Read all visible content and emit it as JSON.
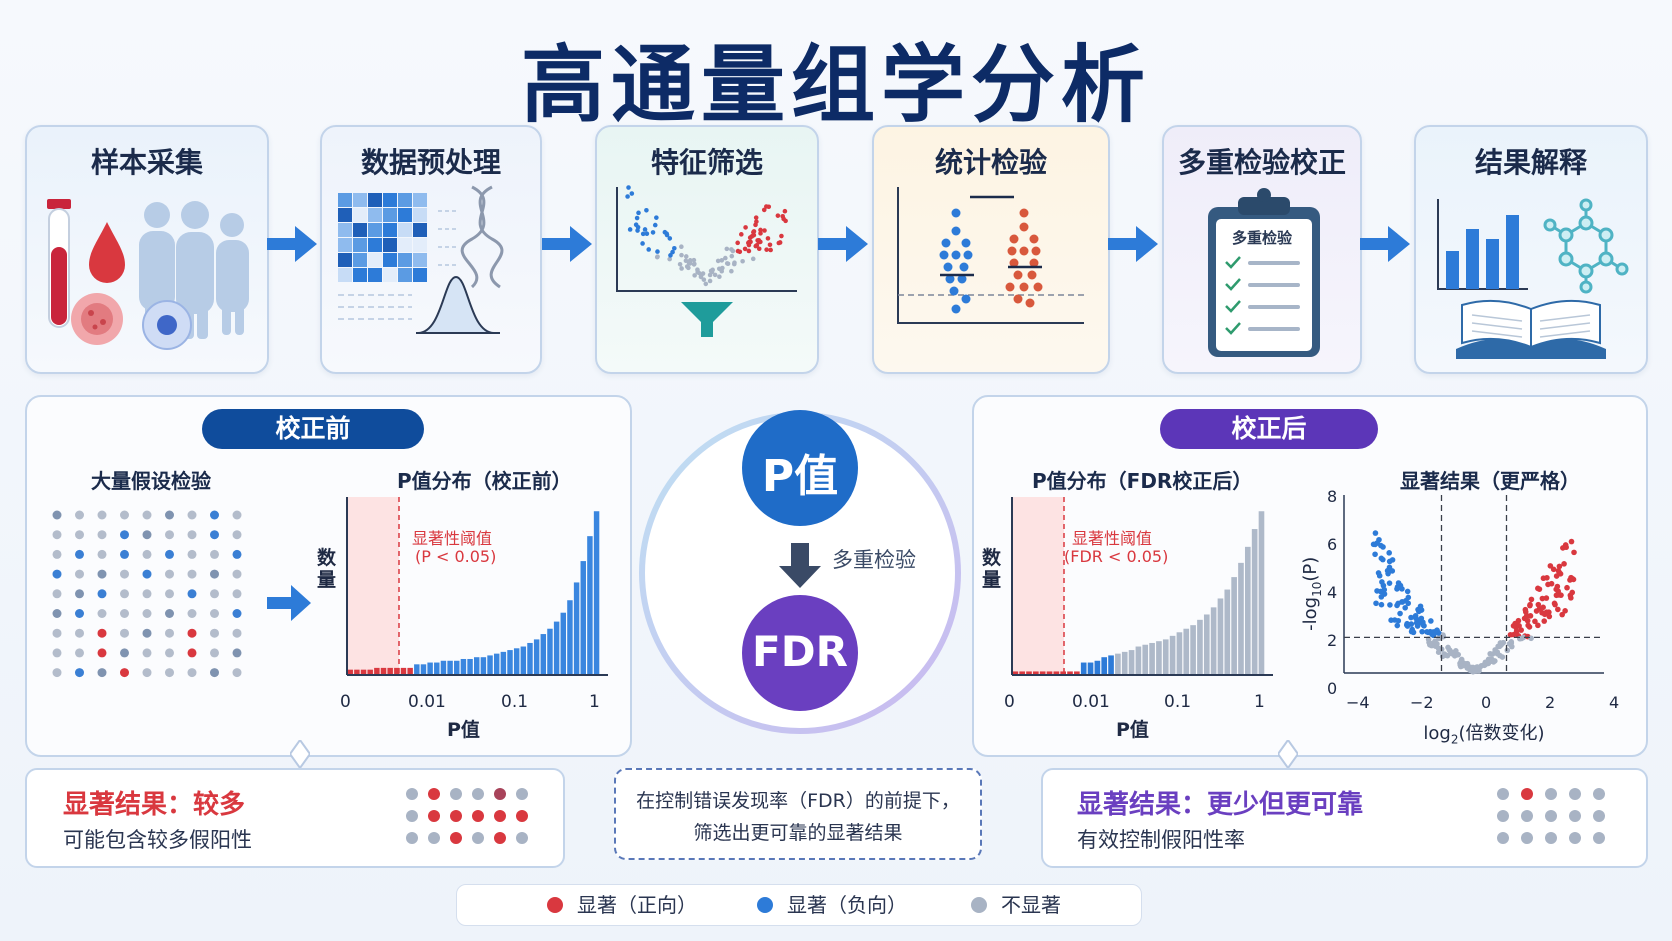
{
  "title": "高通量组学分析",
  "steps": [
    {
      "label": "样本采集"
    },
    {
      "label": "数据预处理"
    },
    {
      "label": "特征筛选"
    },
    {
      "label": "统计检验"
    },
    {
      "label": "多重检验校正",
      "clipboard_text": "多重检验"
    },
    {
      "label": "结果解释"
    }
  ],
  "left_panel": {
    "pill": "校正前",
    "grid_title": "大量假设检验",
    "hist_title": "P值分布（校正前）",
    "threshold_label": "显著性阈值",
    "threshold_value": "(P < 0.05)",
    "ylabel": "数量",
    "xlabel": "P值",
    "xticks": [
      "0",
      "0.01",
      "0.1",
      "1"
    ]
  },
  "center": {
    "p_label": "P值",
    "arrow_label": "多重检验",
    "fdr_label": "FDR"
  },
  "right_panel": {
    "pill": "校正后",
    "hist_title": "P值分布（FDR校正后）",
    "threshold_label": "显著性阈值",
    "threshold_value": "(FDR < 0.05)",
    "ylabel": "数量",
    "xlabel": "P值",
    "xticks": [
      "0",
      "0.01",
      "0.1",
      "1"
    ],
    "volcano_title": "显著结果（更严格）",
    "volcano_xlabel_main": "log",
    "volcano_xlabel_sub": "2",
    "volcano_xlabel_rest": "(倍数变化)",
    "volcano_ylabel_main": "-log",
    "volcano_ylabel_sub": "10",
    "volcano_ylabel_rest": "(P)",
    "volcano_xticks": [
      "−4",
      "−2",
      "0",
      "2",
      "4"
    ],
    "volcano_yticks": [
      "0",
      "2",
      "4",
      "6",
      "8"
    ]
  },
  "boxes": {
    "left_title": "显著结果：较多",
    "left_desc": "可能包含较多假阳性",
    "center_line1": "在控制错误发现率（FDR）的前提下，",
    "center_line2": "筛选出更可靠的显著结果",
    "right_title": "显著结果：更少但更可靠",
    "right_desc": "有效控制假阳性率"
  },
  "legend": [
    {
      "label": "显著（正向）",
      "color": "#d9383f"
    },
    {
      "label": "显著（负向）",
      "color": "#2d7bd8"
    },
    {
      "label": "不显著",
      "color": "#a8b3c4"
    }
  ],
  "colors": {
    "red": "#d9383f",
    "blue": "#2d7bd8",
    "gray": "#a8b3c4",
    "navy": "#0d2b66",
    "purple": "#6a3fc0"
  },
  "chart_data": [
    {
      "type": "bar",
      "title": "P值分布（校正前）",
      "xlabel": "P值",
      "ylabel": "数量",
      "x_tick_labels": [
        "0",
        "0.01",
        "0.1",
        "1"
      ],
      "values": [
        3,
        3,
        3,
        3,
        4,
        4,
        4,
        4,
        4,
        4,
        6,
        6,
        7,
        7,
        8,
        8,
        8,
        9,
        9,
        10,
        10,
        11,
        12,
        13,
        14,
        15,
        16,
        18,
        20,
        23,
        26,
        30,
        35,
        42,
        52,
        64,
        78,
        92
      ],
      "significant_bins": 10
    },
    {
      "type": "bar",
      "title": "P值分布（FDR校正后）",
      "xlabel": "P值",
      "ylabel": "数量",
      "x_tick_labels": [
        "0",
        "0.01",
        "0.1",
        "1"
      ],
      "values": [
        2,
        2,
        2,
        2,
        2,
        2,
        2,
        2,
        2,
        2,
        7,
        7,
        8,
        10,
        11,
        12,
        13,
        14,
        16,
        17,
        18,
        19,
        20,
        22,
        24,
        26,
        28,
        31,
        34,
        38,
        43,
        48,
        55,
        63,
        72,
        82,
        92
      ],
      "significant_bins": 10,
      "blue_bins": 5
    },
    {
      "type": "scatter",
      "title": "显著结果（更严格）",
      "xlim": [
        -4,
        4
      ],
      "ylim": [
        0,
        8
      ],
      "x_threshold": 1,
      "y_threshold": 1.6
    }
  ]
}
